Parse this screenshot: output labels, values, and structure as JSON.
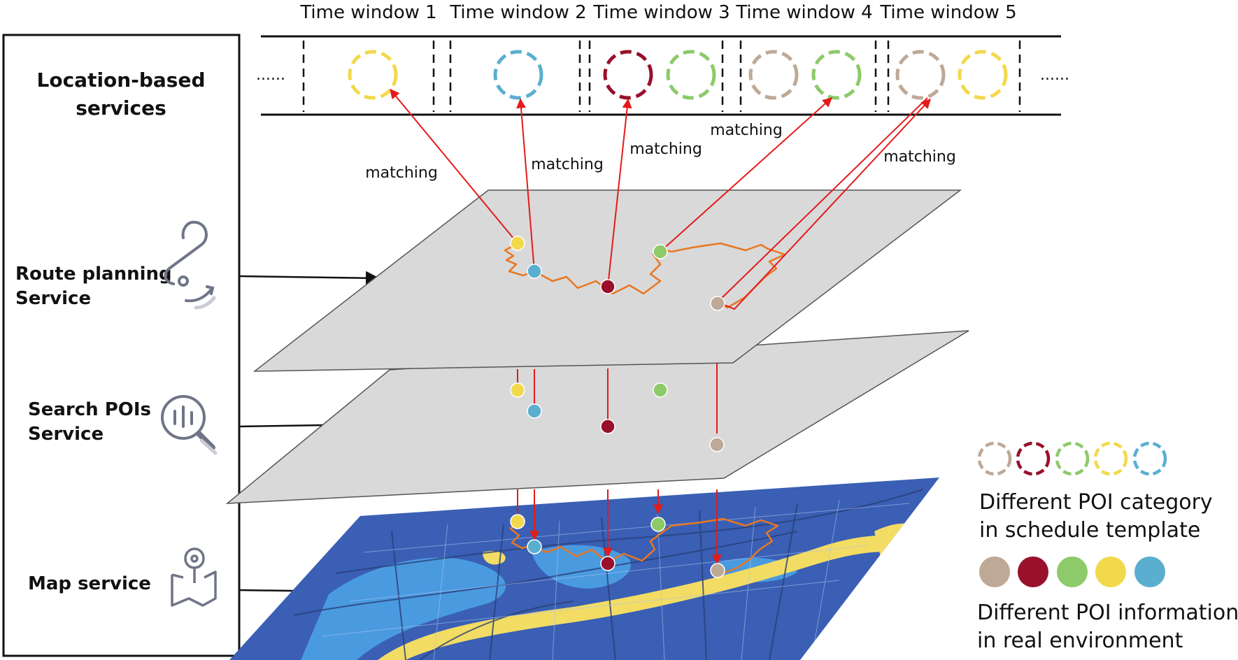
{
  "time_windows": [
    "Time window 1",
    "Time window 2",
    "Time window 3",
    "Time window 4",
    "Time window 5"
  ],
  "ellipsis": "......",
  "matching_label": "matching",
  "left_panel": {
    "title_line1": "Location-based",
    "title_line2": "services",
    "route_line1": "Route planning",
    "route_line2": "Service",
    "search_line1": "Search POIs",
    "search_line2": "Service",
    "map_label": "Map service"
  },
  "legend": {
    "category_line1": "Different POI category",
    "category_line2": "in schedule template",
    "info_line1": "Different POI information",
    "info_line2": "in real environment"
  },
  "colors": {
    "yellow": "#f2d94c",
    "blue": "#5aafd0",
    "darkred": "#98102a",
    "green": "#8ec96a",
    "tan": "#bea996",
    "arrow_red": "#e31b1b",
    "route_orange": "#e87722",
    "layer_gray": "#d9d9d9",
    "map_blue": "#3a5fb4"
  },
  "icons": [
    "route-icon",
    "search-icon",
    "map-pin-icon"
  ]
}
